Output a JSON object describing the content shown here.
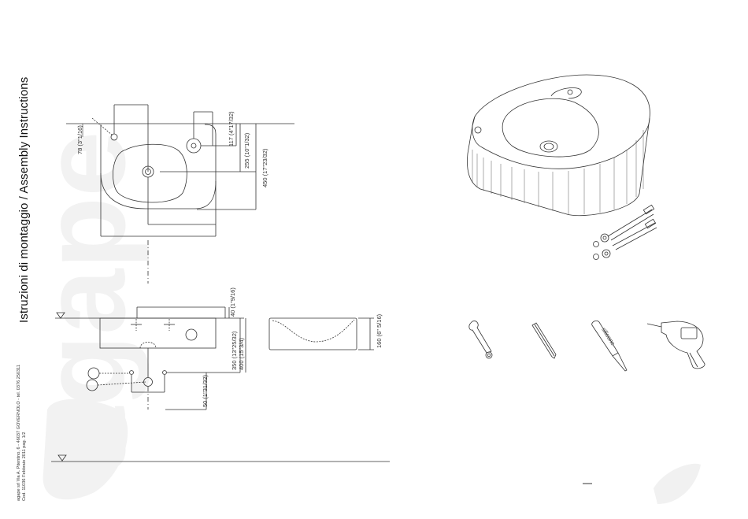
{
  "title": "Istruzioni di montaggio / Assembly Instructions",
  "brand": "agape",
  "company": {
    "address": "agape srl Via A. Pitentino, 6 - 46037 GOVERNOLO - tel. 0376 250311",
    "code": "Cod. 11036 Febbraio 2011 pag. 1/2"
  },
  "dimensions": {
    "d78": "78 (3\"1/16)",
    "d117": "117 (4\"17/32)",
    "d255": "255 (10\"1/32)",
    "d450": "450 (17\"23/32)",
    "d40": "40 (1\"9/16)",
    "d350": "350 (13\"25/32)",
    "d400": "400 (15\"3/4)",
    "d50": "50 (1\"31/32)",
    "d160": "160 (6\" 5/16)"
  },
  "tools": {
    "silicone_label": "silicone"
  },
  "colors": {
    "line": "#333333",
    "watermark": "#f3f3f3"
  },
  "icons": [
    "wrench-icon",
    "pencil-icon",
    "silicone-tube-icon",
    "drill-icon",
    "floor-level-icon"
  ]
}
